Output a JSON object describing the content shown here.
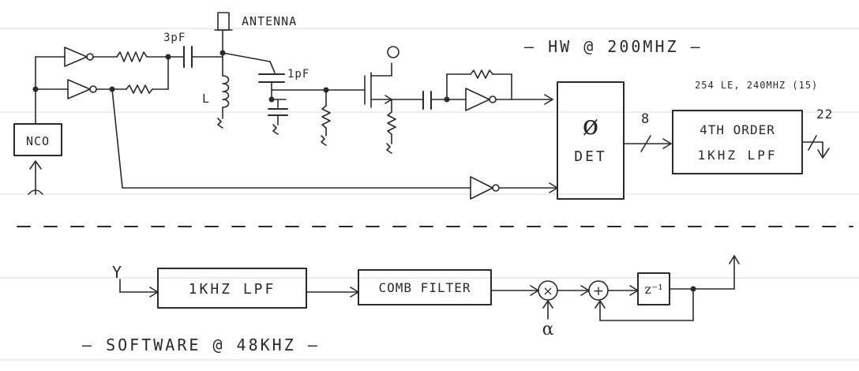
{
  "labels": {
    "antenna": "ANTENNA",
    "cap_3pf": "3pF",
    "cap_1pf": "1pF",
    "inductor": "L",
    "nco": "NCO",
    "hw_title": "— HW @ 200MHZ —",
    "fpga_usage": "254 LE, 240MHZ (15)",
    "phase_symbol": "ø",
    "det": "DET",
    "bus_width_8": "8",
    "bus_width_22": "22",
    "lpf_hw_line1": "4TH ORDER",
    "lpf_hw_line2": "1KHZ LPF",
    "lpf_sw": "1KHZ LPF",
    "comb_filter": "COMB FILTER",
    "multiply": "×",
    "add": "+",
    "delay": "z⁻¹",
    "alpha": "α",
    "input_y": "Y",
    "sw_title": "— SOFTWARE @ 48KHZ —"
  }
}
